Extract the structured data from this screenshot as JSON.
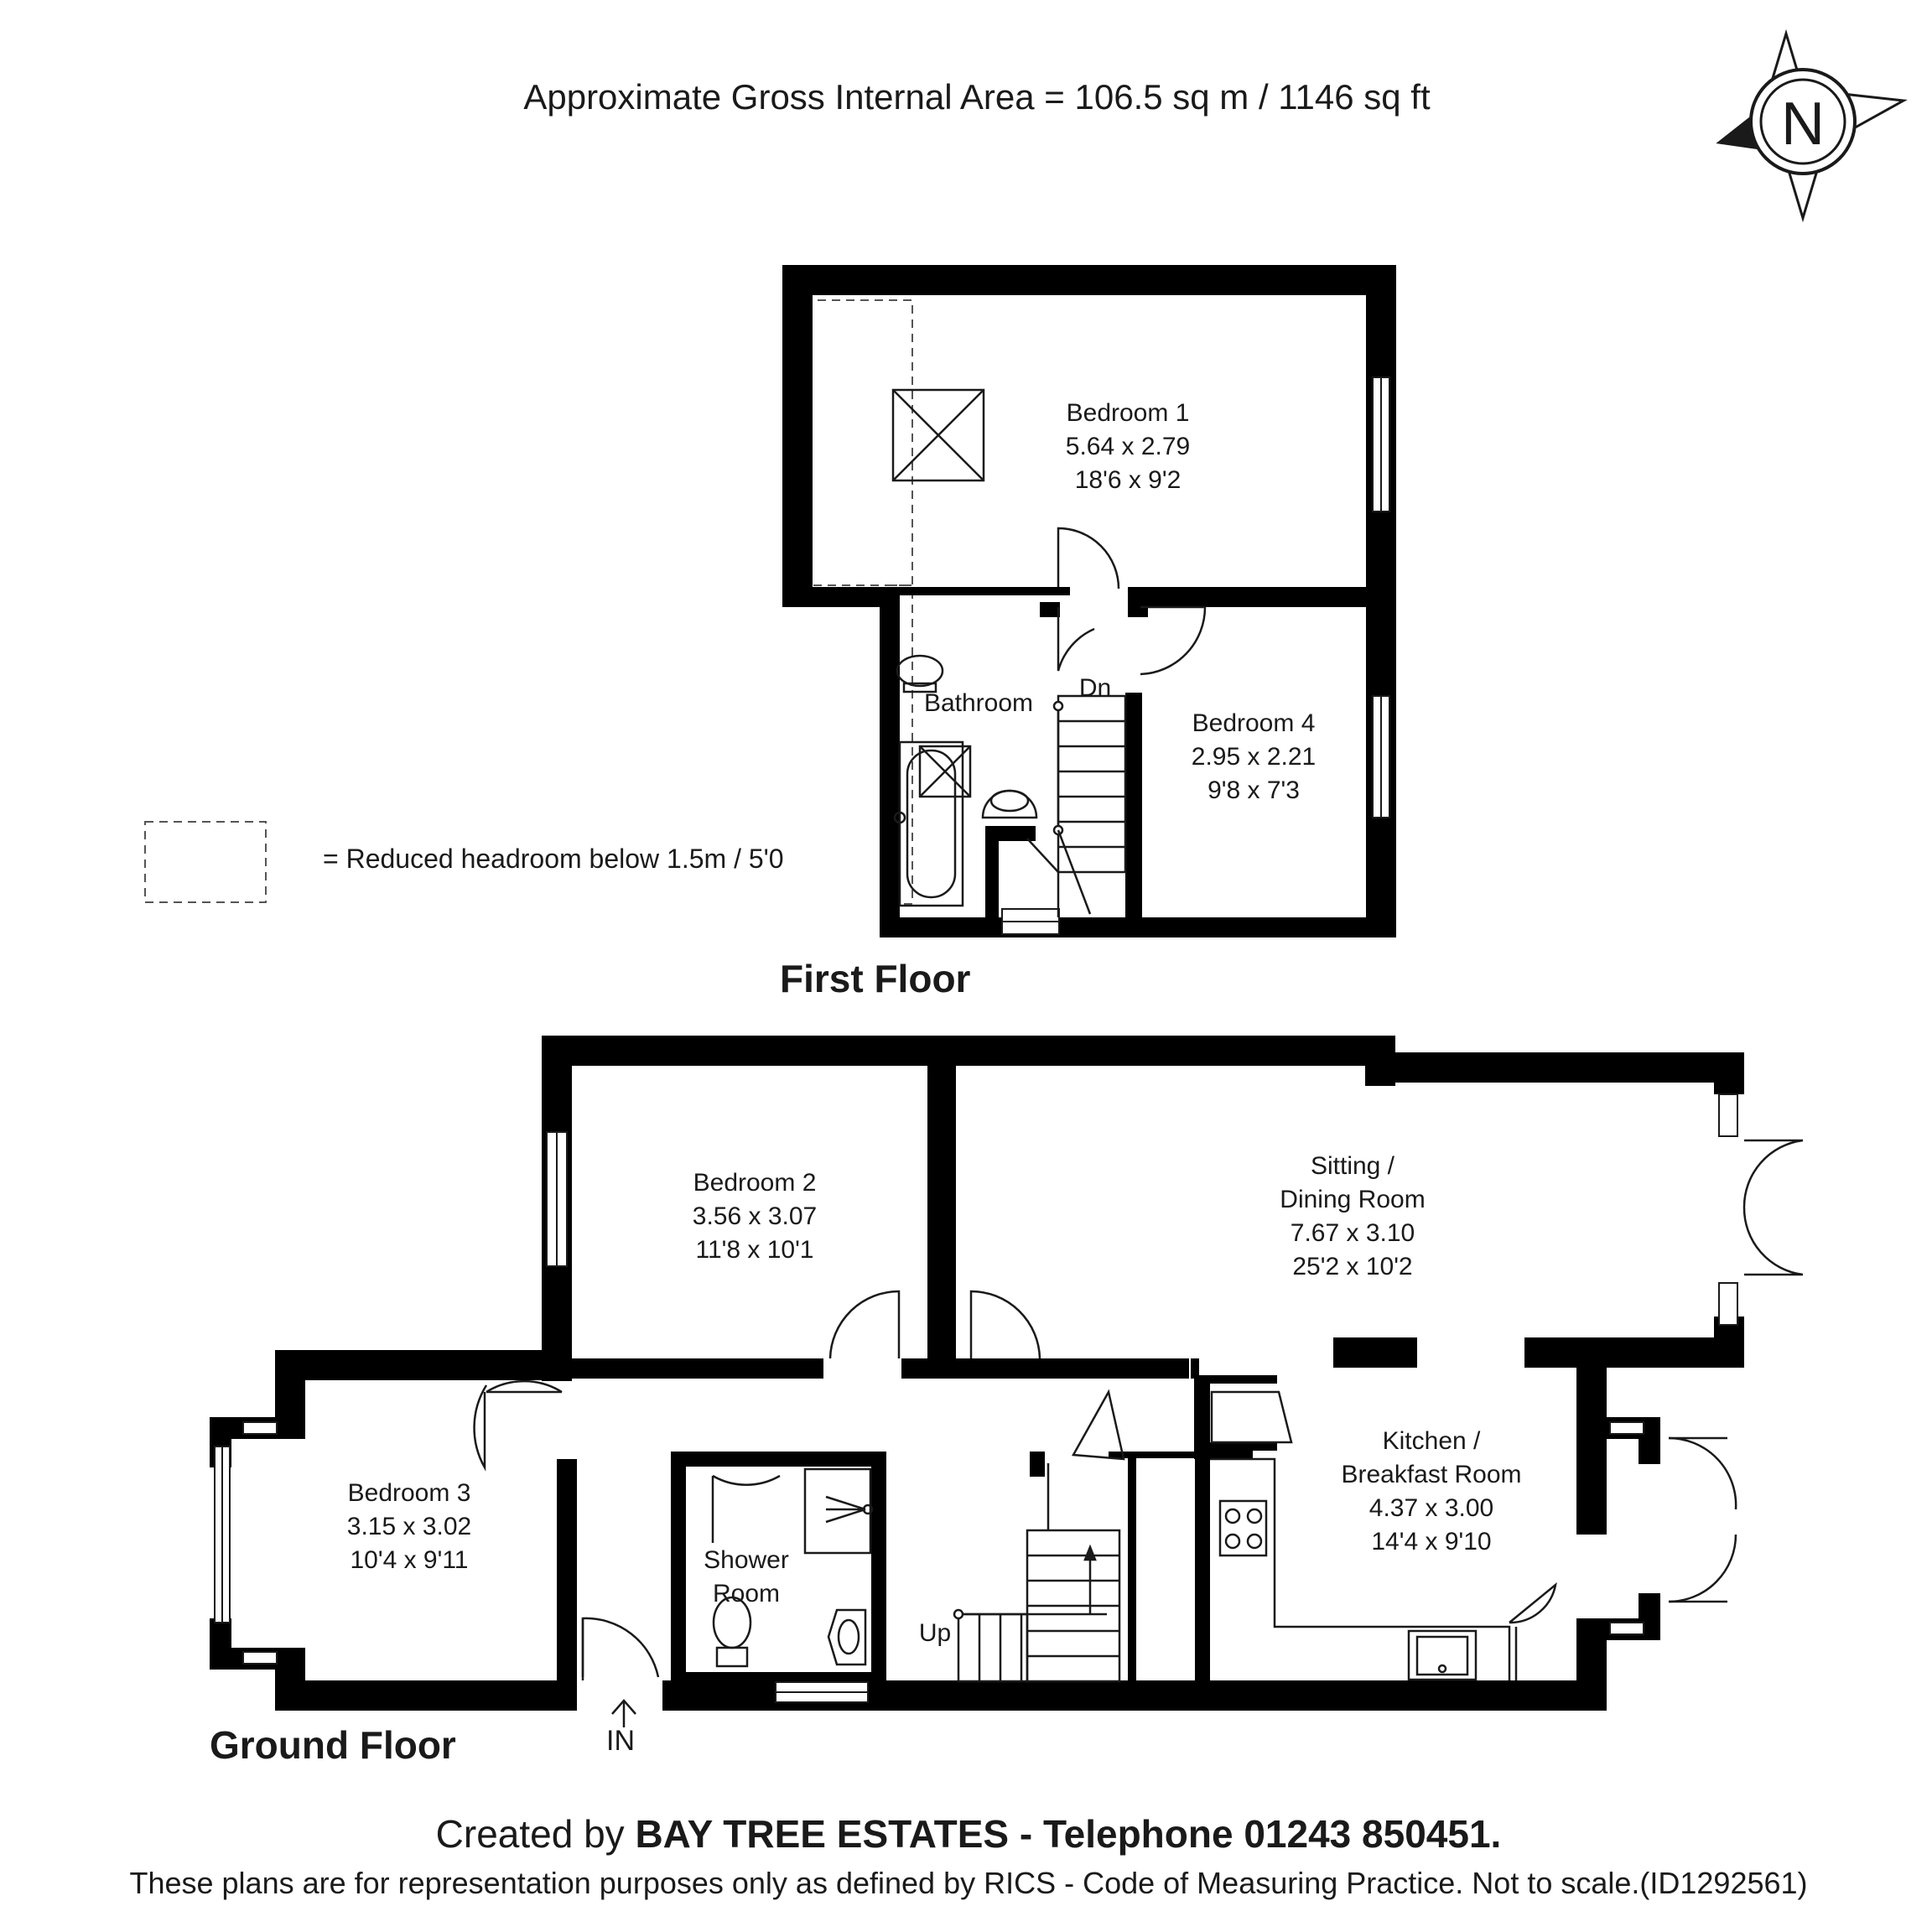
{
  "header": {
    "area_text": "Approximate Gross Internal Area = 106.5 sq m / 1146 sq ft"
  },
  "compass": {
    "label": "N"
  },
  "legend": {
    "text": "= Reduced headroom below 1.5m / 5'0"
  },
  "first_floor": {
    "title": "First Floor",
    "rooms": {
      "bedroom1": {
        "name": "Bedroom 1",
        "metric": "5.64 x 2.79",
        "imperial": "18'6 x 9'2"
      },
      "bedroom4": {
        "name": "Bedroom 4",
        "metric": "2.95 x 2.21",
        "imperial": "9'8 x 7'3"
      },
      "bathroom": {
        "name": "Bathroom"
      }
    },
    "stairs_label": "Dn"
  },
  "ground_floor": {
    "title": "Ground Floor",
    "rooms": {
      "bedroom2": {
        "name": "Bedroom 2",
        "metric": "3.56 x 3.07",
        "imperial": "11'8 x 10'1"
      },
      "bedroom3": {
        "name": "Bedroom 3",
        "metric": "3.15 x 3.02",
        "imperial": "10'4 x 9'11"
      },
      "sitting": {
        "name_line1": "Sitting /",
        "name_line2": "Dining Room",
        "metric": "7.67 x 3.10",
        "imperial": "25'2 x 10'2"
      },
      "kitchen": {
        "name_line1": "Kitchen /",
        "name_line2": "Breakfast Room",
        "metric": "4.37 x 3.00",
        "imperial": "14'4 x 9'10"
      },
      "shower": {
        "name_line1": "Shower",
        "name_line2": "Room"
      }
    },
    "stairs_label": "Up",
    "entrance_label": "IN"
  },
  "footer": {
    "created_prefix": "Created by ",
    "company": "BAY TREE ESTATES - Telephone 01243 850451.",
    "disclaimer": "These plans are for representation purposes only as defined by RICS - Code of Measuring Practice. Not to scale.(ID1292561)"
  }
}
